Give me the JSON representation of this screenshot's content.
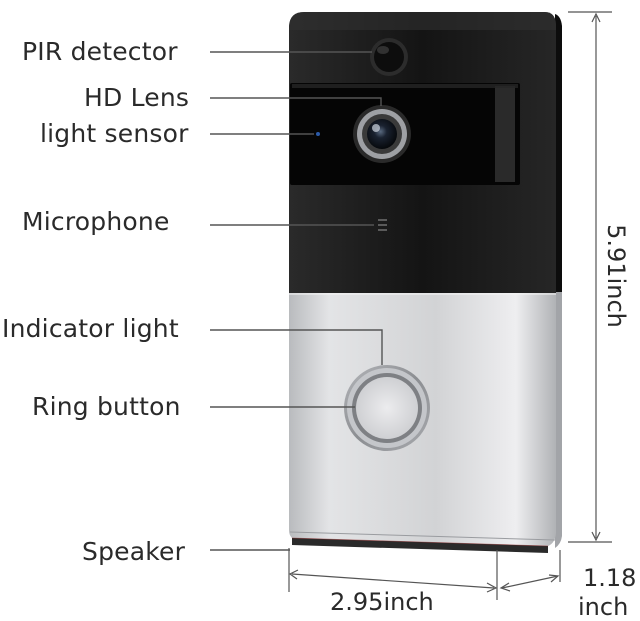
{
  "callouts": {
    "pir_detector": "PIR detector",
    "hd_lens": "HD Lens",
    "light_sensor": "light sensor",
    "microphone": "Microphone",
    "indicator_light": "Indicator light",
    "ring_button": "Ring button",
    "speaker": "Speaker"
  },
  "dimensions": {
    "height": "5.91inch",
    "width": "2.95inch",
    "depth_value": "1.18",
    "depth_unit": "inch"
  },
  "colors": {
    "top_panel": "#161616",
    "bottom_panel": "#d3d4d6",
    "ring": "#9a9ca0",
    "lines": "#555555"
  }
}
